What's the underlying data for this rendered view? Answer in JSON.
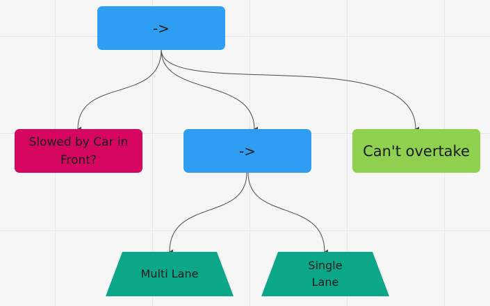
{
  "diagram": {
    "nodes": [
      {
        "id": "root",
        "text": "->"
      },
      {
        "id": "slowed",
        "text": "Slowed by Car in Front?"
      },
      {
        "id": "seq2",
        "text": "->"
      },
      {
        "id": "cant_overtake",
        "text": "Can't overtake"
      },
      {
        "id": "multi_lane",
        "text": "Multi Lane"
      },
      {
        "id": "single_lane",
        "text": "Single Lane"
      }
    ],
    "edges": [
      {
        "from": "root",
        "to": "slowed"
      },
      {
        "from": "root",
        "to": "seq2"
      },
      {
        "from": "root",
        "to": "cant_overtake"
      },
      {
        "from": "seq2",
        "to": "multi_lane"
      },
      {
        "from": "seq2",
        "to": "single_lane"
      }
    ]
  },
  "colors": {
    "sequence": "#2e9df2",
    "condition": "#d4065f",
    "action": "#8fd14f",
    "leaf": "#0ca789",
    "edge": "#4a4a4a"
  }
}
